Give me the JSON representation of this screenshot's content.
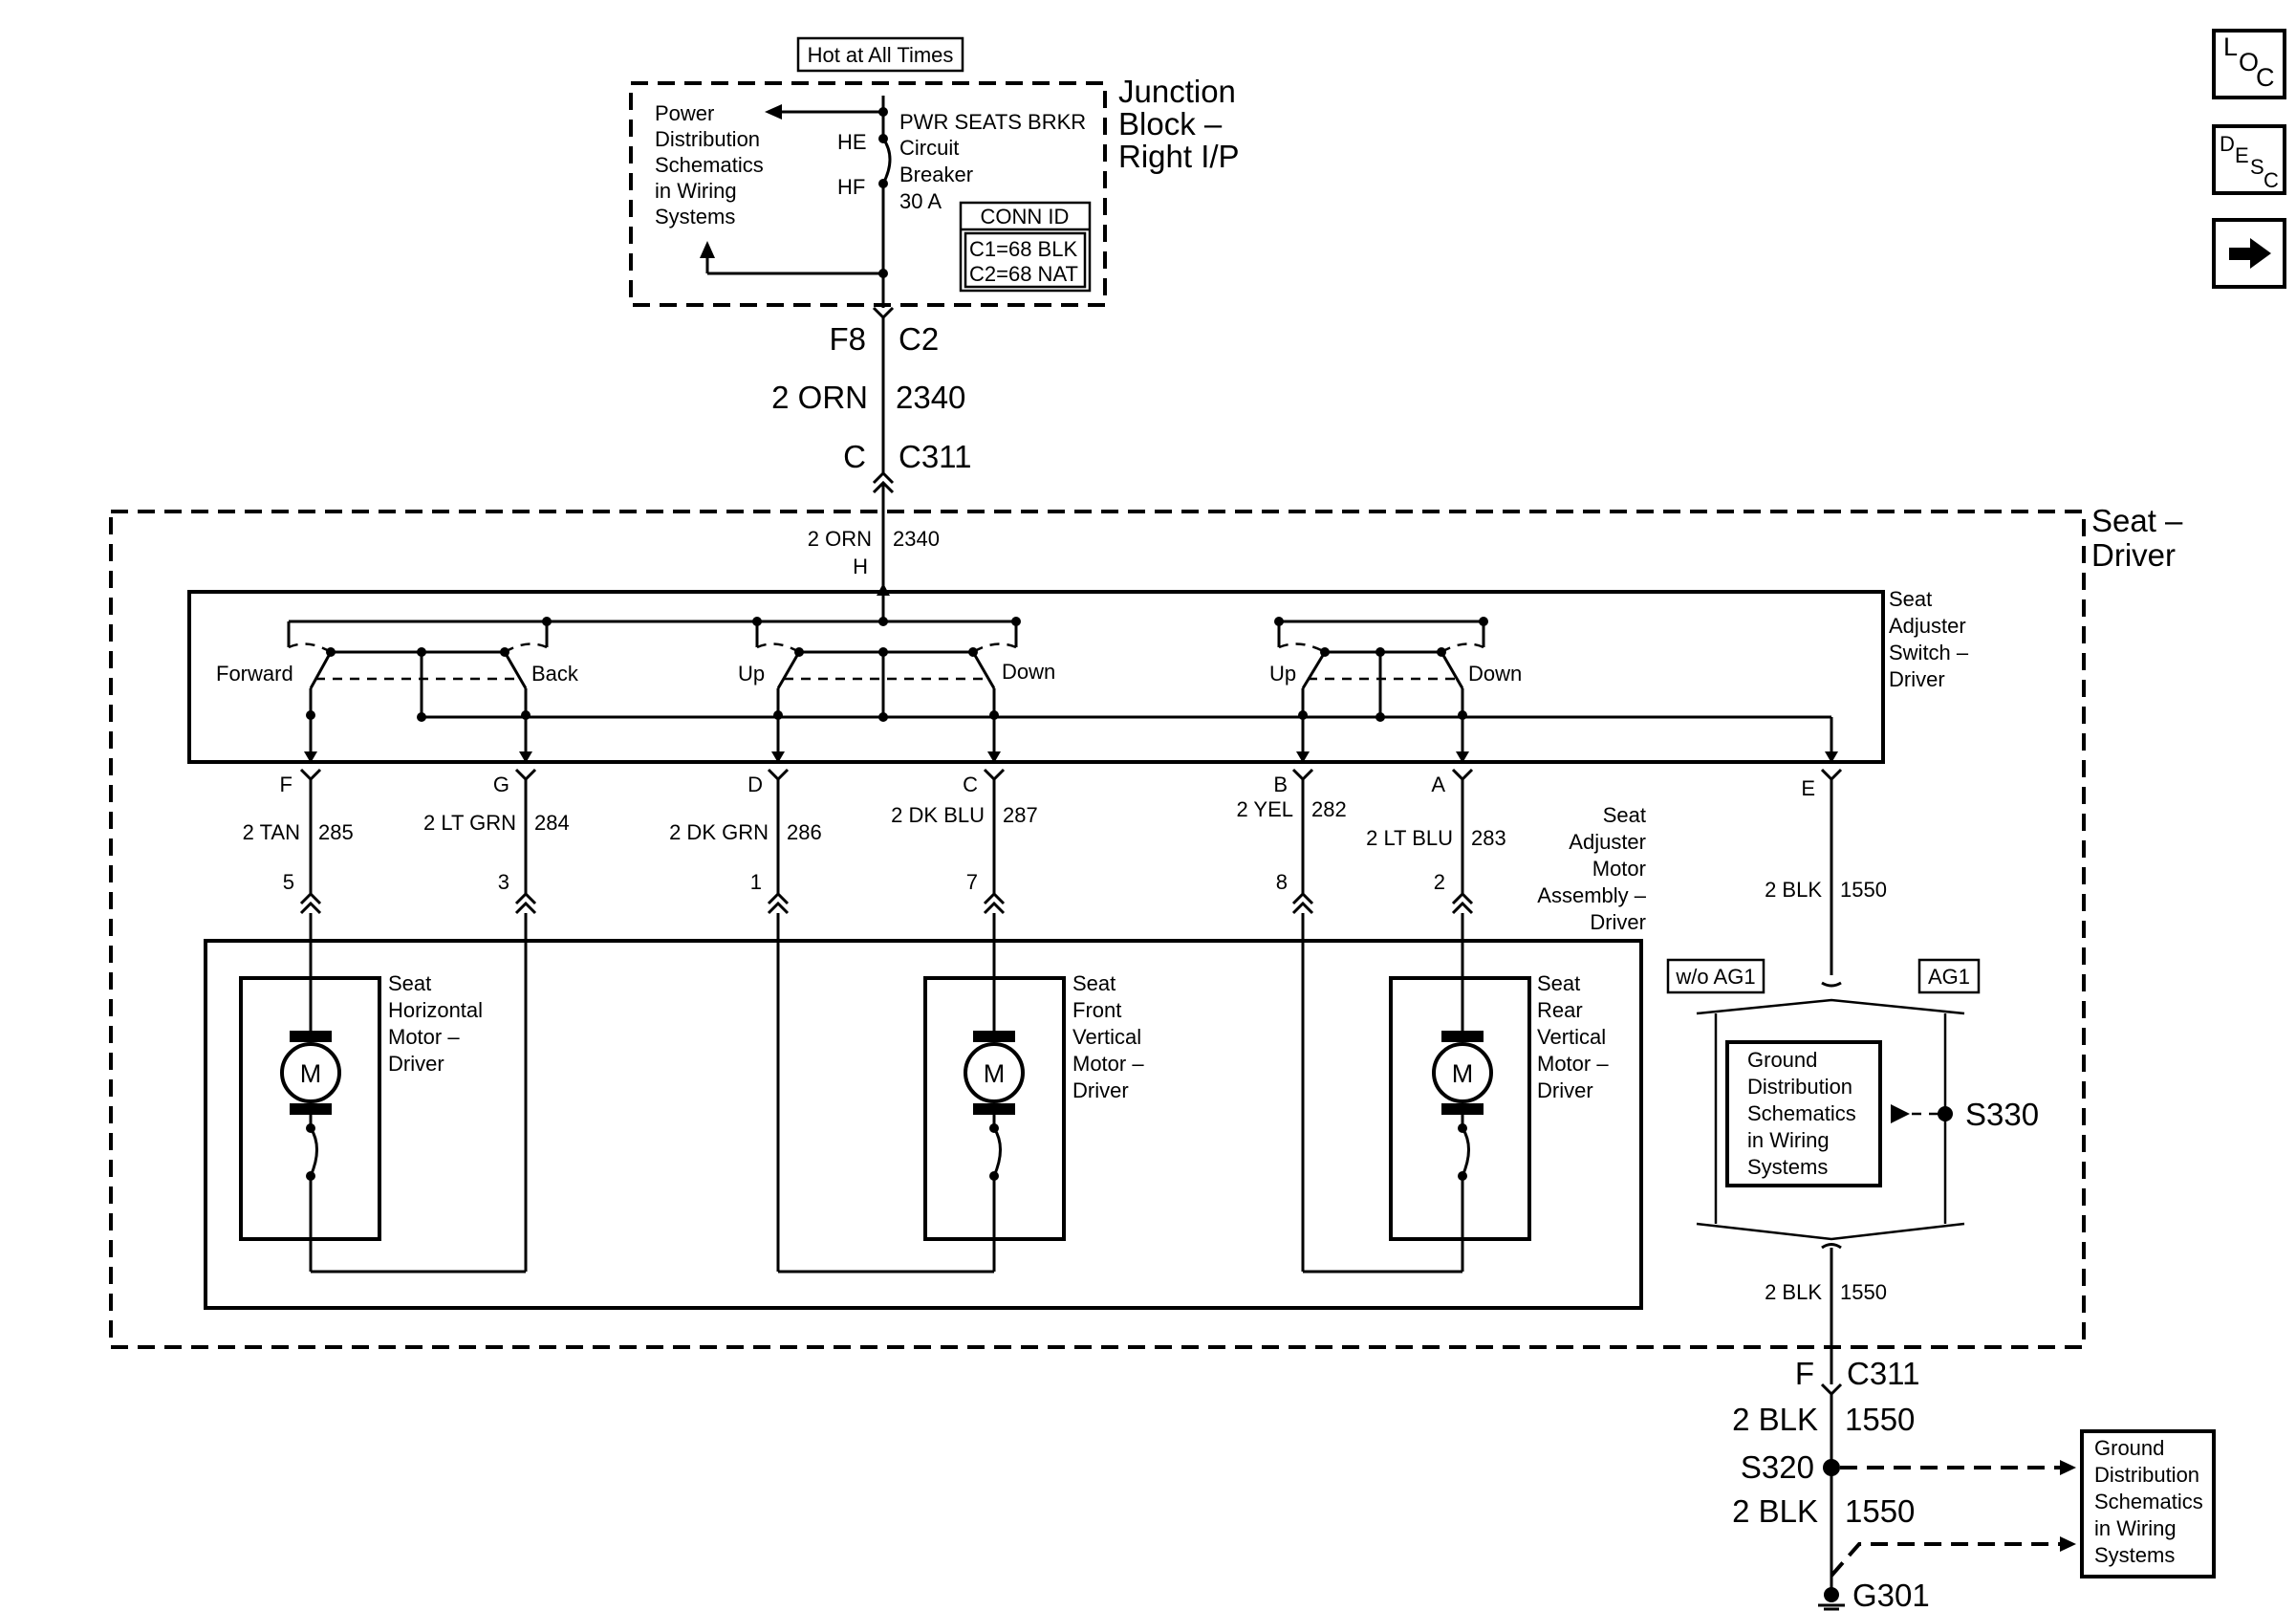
{
  "junction": {
    "hot_label": "Hot at All Times",
    "power_dist": [
      "Power",
      "Distribution",
      "Schematics",
      "in Wiring",
      "Systems"
    ],
    "breaker": [
      "PWR SEATS BRKR",
      "Circuit",
      "Breaker",
      "30 A"
    ],
    "he": "HE",
    "hf": "HF",
    "conn_id_title": "CONN ID",
    "conn_c1": "C1=68 BLK",
    "conn_c2": "C2=68 NAT",
    "name": [
      "Junction",
      "Block –",
      "Right I/P"
    ]
  },
  "feed": {
    "top_pin": "F8",
    "top_conn": "C2",
    "wire": "2 ORN",
    "circuit": "2340",
    "pin2": "C",
    "conn2": "C311",
    "inner_wire": "2 ORN",
    "inner_circuit": "2340",
    "inner_pin": "H"
  },
  "seat": {
    "name": [
      "Seat –",
      "Driver"
    ],
    "switch_name": [
      "Seat",
      "Adjuster",
      "Switch –",
      "Driver"
    ],
    "switch_labels": [
      "Forward",
      "Back",
      "Up",
      "Down",
      "Up",
      "Down"
    ],
    "motor_assy": [
      "Seat",
      "Adjuster",
      "Motor",
      "Assembly –",
      "Driver"
    ]
  },
  "pins": [
    {
      "pin": "F",
      "wire": "2 TAN",
      "circuit": "285",
      "motor_pin": "5"
    },
    {
      "pin": "G",
      "wire": "2 LT GRN",
      "circuit": "284",
      "motor_pin": "3"
    },
    {
      "pin": "D",
      "wire": "2 DK GRN",
      "circuit": "286",
      "motor_pin": "1"
    },
    {
      "pin": "C",
      "wire": "2 DK BLU",
      "circuit": "287",
      "motor_pin": "7"
    },
    {
      "pin": "B",
      "wire": "2 YEL",
      "circuit": "282",
      "motor_pin": "8"
    },
    {
      "pin": "A",
      "wire": "2 LT BLU",
      "circuit": "283",
      "motor_pin": "2"
    },
    {
      "pin": "E",
      "wire": "2 BLK",
      "circuit": "1550",
      "motor_pin": ""
    }
  ],
  "motors": [
    {
      "name": [
        "Seat",
        "Horizontal",
        "Motor –",
        "Driver"
      ],
      "symbol": "M"
    },
    {
      "name": [
        "Seat",
        "Front",
        "Vertical",
        "Motor –",
        "Driver"
      ],
      "symbol": "M"
    },
    {
      "name": [
        "Seat",
        "Rear",
        "Vertical",
        "Motor –",
        "Driver"
      ],
      "symbol": "M"
    }
  ],
  "ground": {
    "wo_ag1": "w/o AG1",
    "ag1": "AG1",
    "inner_box": [
      "Ground",
      "Distribution",
      "Schematics",
      "in Wiring",
      "Systems"
    ],
    "s330": "S330",
    "wire1": "2 BLK",
    "circuit1": "1550",
    "pin_f": "F",
    "conn_c311": "C311",
    "wire2": "2 BLK",
    "circuit2": "1550",
    "s320": "S320",
    "wire3": "2 BLK",
    "circuit3": "1550",
    "g301": "G301",
    "ext_box": [
      "Ground",
      "Distribution",
      "Schematics",
      "in Wiring",
      "Systems"
    ]
  },
  "nav": {
    "loc": [
      "L",
      "O",
      "C"
    ],
    "desc": [
      "D",
      "E",
      "S",
      "C"
    ],
    "arrow_icon": "right-arrow-icon"
  }
}
